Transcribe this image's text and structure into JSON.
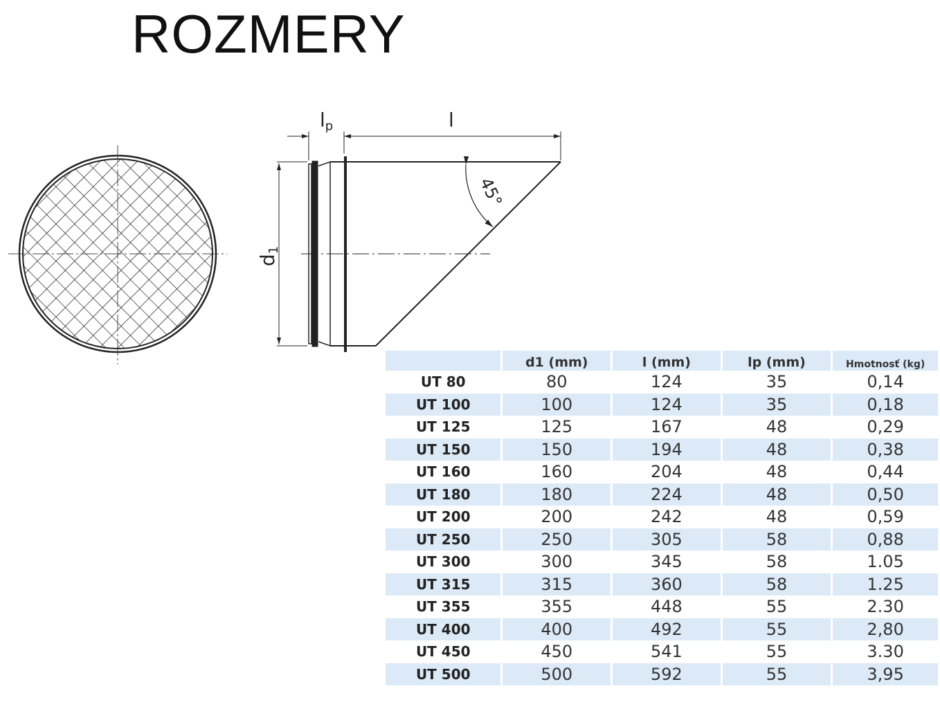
{
  "title": "ROZMERY",
  "drawing": {
    "label_lp": "l",
    "label_lp_sub": "p",
    "label_l": "l",
    "label_d1": "d",
    "label_d1_sub": "1",
    "angle": "45°"
  },
  "table": {
    "headers": [
      "",
      "d1 (mm)",
      "l (mm)",
      "lp (mm)",
      "Hmotnosť (kg)"
    ],
    "rows": [
      [
        "UT 80",
        "80",
        "124",
        "35",
        "0,14"
      ],
      [
        "UT 100",
        "100",
        "124",
        "35",
        "0,18"
      ],
      [
        "UT 125",
        "125",
        "167",
        "48",
        "0,29"
      ],
      [
        "UT 150",
        "150",
        "194",
        "48",
        "0,38"
      ],
      [
        "UT 160",
        "160",
        "204",
        "48",
        "0,44"
      ],
      [
        "UT 180",
        "180",
        "224",
        "48",
        "0,50"
      ],
      [
        "UT 200",
        "200",
        "242",
        "48",
        "0,59"
      ],
      [
        "UT 250",
        "250",
        "305",
        "58",
        "0,88"
      ],
      [
        "UT 300",
        "300",
        "345",
        "58",
        "1.05"
      ],
      [
        "UT 315",
        "315",
        "360",
        "58",
        "1.25"
      ],
      [
        "UT 355",
        "355",
        "448",
        "55",
        "2.30"
      ],
      [
        "UT 400",
        "400",
        "492",
        "55",
        "2,80"
      ],
      [
        "UT 450",
        "450",
        "541",
        "55",
        "3.30"
      ],
      [
        "UT 500",
        "500",
        "592",
        "55",
        "3,95"
      ]
    ]
  },
  "colors": {
    "row_shade": "#dce9f6"
  }
}
